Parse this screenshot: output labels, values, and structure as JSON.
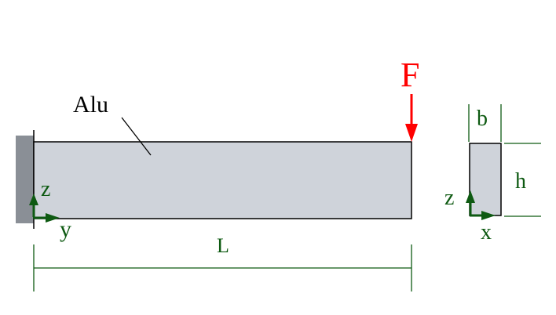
{
  "labels": {
    "material": "Alu",
    "force": "F",
    "length": "L",
    "width": "b",
    "height": "h",
    "axis_z_side": "z",
    "axis_y_side": "y",
    "axis_z_section": "z",
    "axis_x_section": "x"
  },
  "colors": {
    "beam_fill": "#cfd3da",
    "wall_fill": "#8a8f96",
    "dimension": "#0e5a12",
    "force": "#ff0000",
    "outline": "#000000"
  }
}
